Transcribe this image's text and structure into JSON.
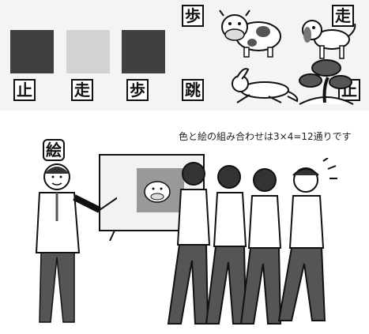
{
  "colors": {
    "swatch_dark": "#3f3f3f",
    "swatch_light": "#d3d3d3",
    "swatch_dark_2": "#404040",
    "panel_bg": "#f4f4f4"
  },
  "top": {
    "swatch_labels": [
      "止",
      "走",
      "歩"
    ],
    "animal_labels": {
      "cow": "歩",
      "dog": "走",
      "rabbit": "跳",
      "tree": "止"
    }
  },
  "bottom": {
    "caption": "色と絵の組み合わせは3×4=12通りです",
    "speech_label": "絵"
  },
  "icons": [
    "cow-icon",
    "dog-icon",
    "rabbit-icon",
    "pine-tree-icon",
    "teacher-figure",
    "student-figures",
    "whiteboard"
  ]
}
